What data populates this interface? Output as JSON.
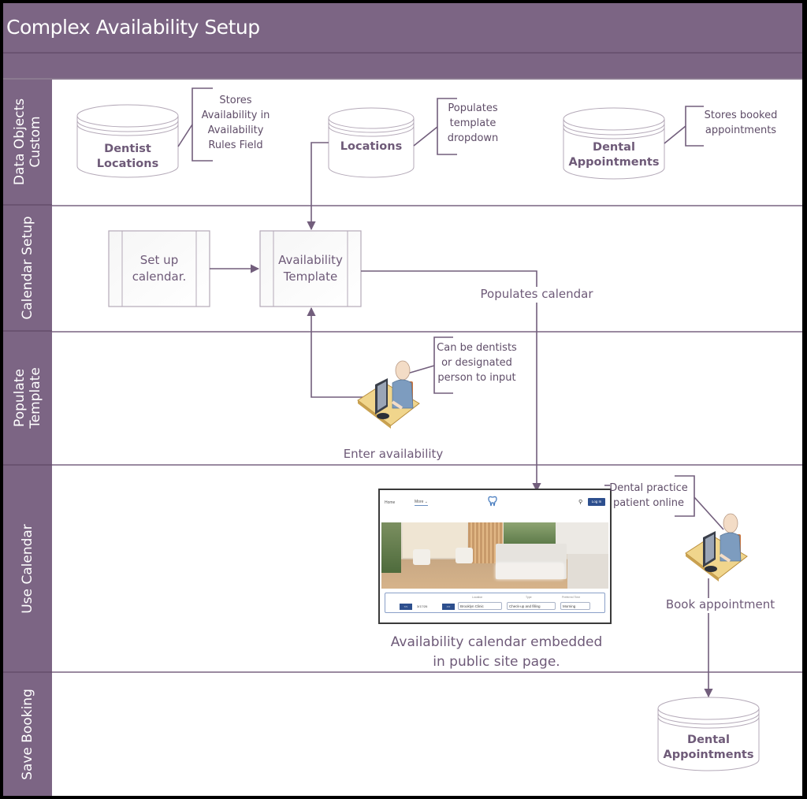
{
  "title": "Complex Availability Setup",
  "lanes": [
    {
      "label_line1": "Data Objects",
      "label_line2": "Custom"
    },
    {
      "label_line1": "Calendar Setup",
      "label_line2": ""
    },
    {
      "label_line1": "Populate",
      "label_line2": "Template"
    },
    {
      "label_line1": "Use Calendar",
      "label_line2": ""
    },
    {
      "label_line1": "Save Booking",
      "label_line2": ""
    }
  ],
  "data_objects": {
    "dentist_locations": {
      "line1": "Dentist",
      "line2": "Locations",
      "note_lines": [
        "Stores",
        "Availability in",
        "Availability",
        "Rules Field"
      ]
    },
    "locations": {
      "line1": "Locations",
      "note_lines": [
        "Populates",
        "template",
        "dropdown"
      ]
    },
    "dental_appointments": {
      "line1": "Dental",
      "line2": "Appointments",
      "note_lines": [
        "Stores booked",
        "appointments"
      ]
    }
  },
  "calendar_setup": {
    "setup_box": {
      "line1": "Set up",
      "line2": "calendar."
    },
    "template_box": {
      "line1": "Availability",
      "line2": "Template"
    },
    "populates_calendar_label": "Populates calendar"
  },
  "populate_template": {
    "actor_label": "Enter availability",
    "note_lines": [
      "Can be dentists",
      "or designated",
      "person to input"
    ]
  },
  "use_calendar": {
    "caption_line1": "Availability calendar embedded",
    "caption_line2": "in public site page.",
    "actor_label": "Book appointment",
    "note_lines": [
      "Dental practice",
      "patient online"
    ],
    "site": {
      "nav_home": "Home",
      "nav_more": "More ⌄",
      "search_icon": "⚲",
      "login_label": "Log In",
      "prev_label": "<<",
      "next_label": ">>",
      "date_value": "3/17/26",
      "location_label": "Location",
      "location_value": "Brooklyn Clinic",
      "type_label": "Type",
      "type_value": "Check-up and filling",
      "time_label": "Preferred Time",
      "time_value": "Morning"
    }
  },
  "save_booking": {
    "store": {
      "line1": "Dental",
      "line2": "Appointments"
    }
  },
  "colors": {
    "header_purple": "#7c6584",
    "line_purple": "#725e7c",
    "text_purple": "#6e5a78"
  }
}
